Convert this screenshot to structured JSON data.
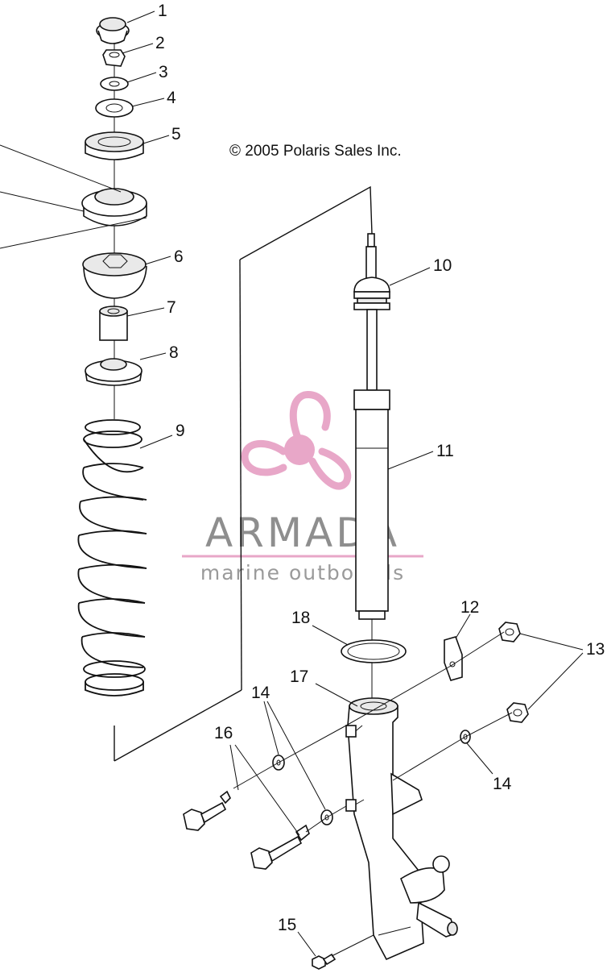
{
  "copyright": "© 2005 Polaris Sales Inc.",
  "watermark": {
    "brand": "ARMADA",
    "tagline": "marine outboards",
    "accent_color": "#e8a7c8",
    "logo_icon": "propeller-icon"
  },
  "callouts": {
    "c1": "1",
    "c2": "2",
    "c3": "3",
    "c4": "4",
    "c5": "5",
    "c6": "6",
    "c7": "7",
    "c8": "8",
    "c9": "9",
    "c10": "10",
    "c11": "11",
    "c12": "12",
    "c13": "13",
    "c14a": "14",
    "c14b": "14",
    "c15": "15",
    "c16": "16",
    "c17": "17",
    "c18": "18"
  }
}
